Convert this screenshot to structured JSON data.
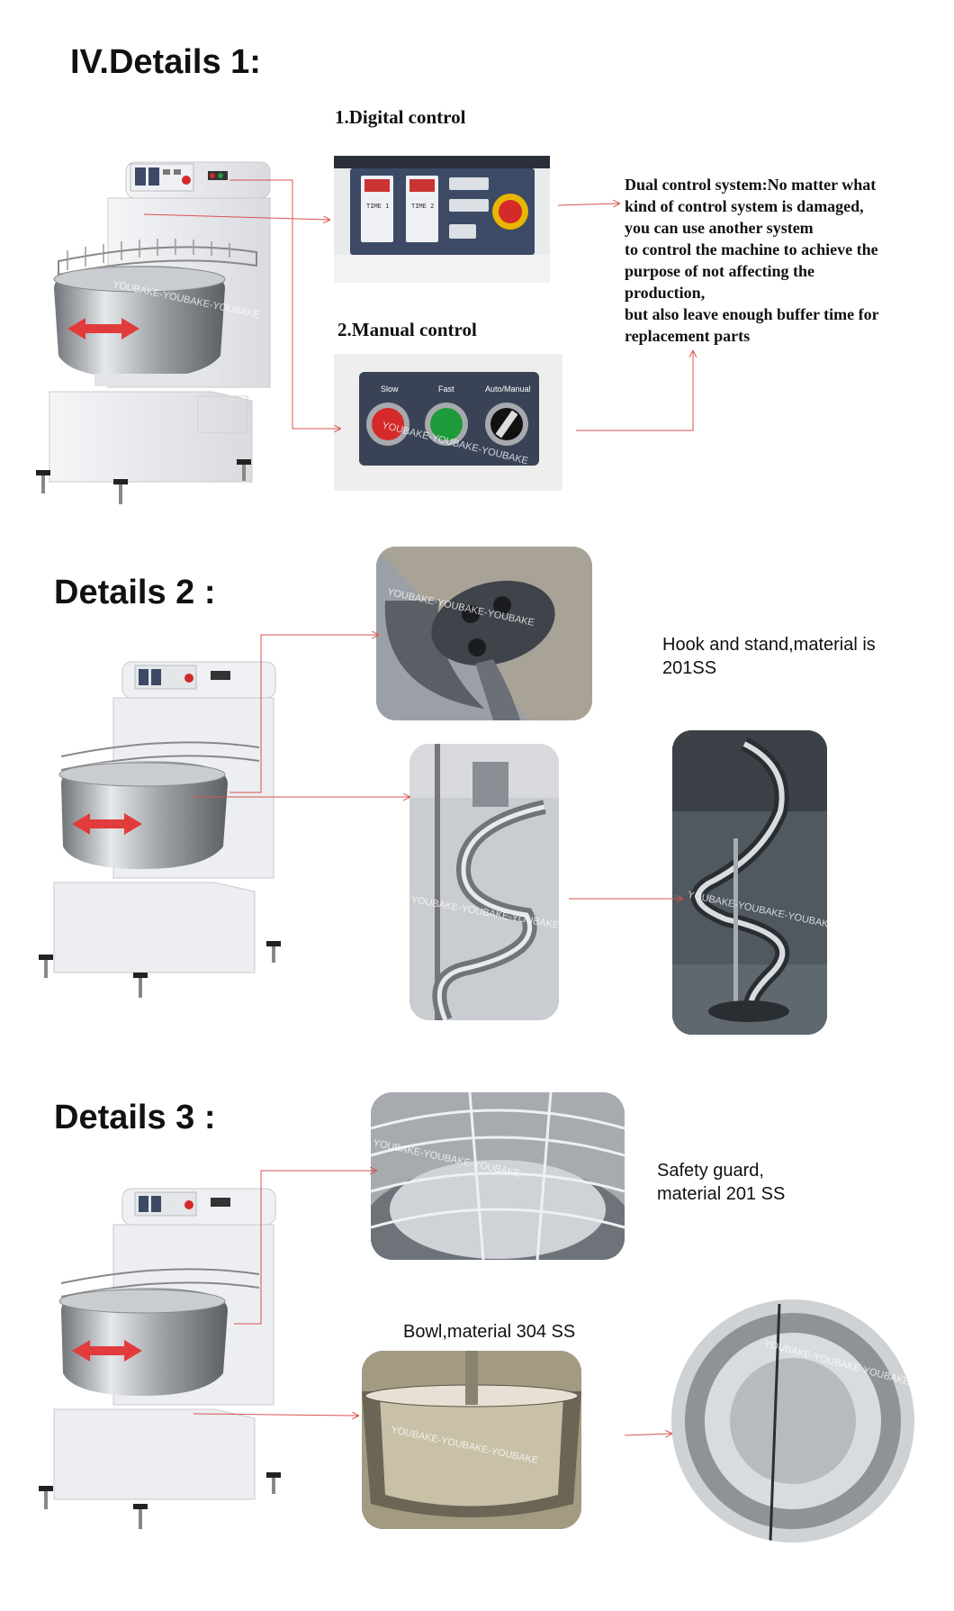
{
  "section1": {
    "heading": "IV.Details 1:",
    "digital_label": "1.Digital control",
    "manual_label": "2.Manual control",
    "description_lines": [
      "Dual control system:No matter what",
      "kind of control system is damaged,",
      "you can use another system",
      "to control the machine to achieve the",
      "purpose of not affecting the",
      "production,",
      "but also leave enough buffer time for",
      "replacement parts"
    ],
    "panel": {
      "time1": "TIME 1",
      "time2": "TIME 2",
      "slow": "Slow",
      "fast": "Fast",
      "auto_manual": "Auto/Manual"
    }
  },
  "section2": {
    "heading": "Details 2 :",
    "caption_lines": [
      "Hook and stand,material is",
      "201SS"
    ]
  },
  "section3": {
    "heading": "Details 3 :",
    "guard_caption_lines": [
      "Safety guard,",
      "material 201 SS"
    ],
    "bowl_caption": "Bowl,material 304 SS"
  },
  "watermark": "YOUBAKE-YOUBAKE-YOUBAKE",
  "colors": {
    "arrow": "#d9534f",
    "steel": "#b9bcbf",
    "panel_navy": "#3c4a66",
    "button_red": "#d42a2a",
    "button_green": "#1f9a3a"
  }
}
